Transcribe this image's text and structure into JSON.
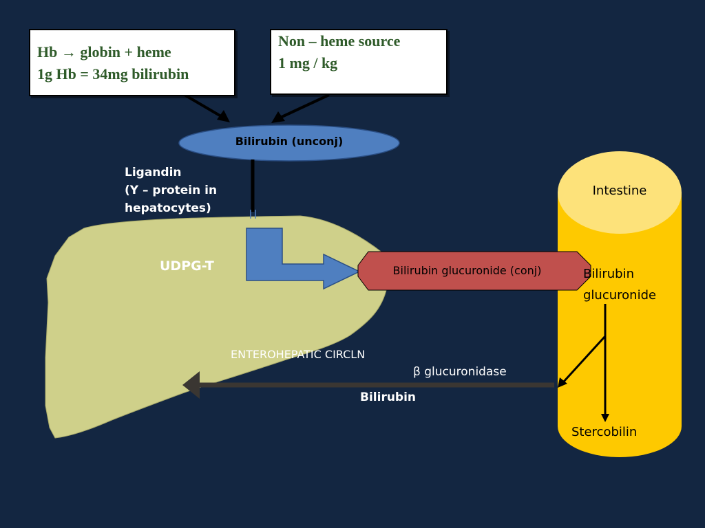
{
  "boxes": {
    "heme": {
      "line1": "Hb → globin + heme",
      "line2": "1g Hb = 34mg bilirubin"
    },
    "non_heme": {
      "line1": "Non – heme source",
      "line2": "1 mg / kg"
    }
  },
  "nodes": {
    "unconj": "Bilirubin (unconj)",
    "conj": "Bilirubin glucuronide (conj)",
    "intestine": "Intestine",
    "intestine_glucuronide_1": "Bilirubin",
    "intestine_glucuronide_2": "glucuronide",
    "stercobilin": "Stercobilin"
  },
  "labels": {
    "ligandin_1": "Ligandin",
    "ligandin_2": "(Y – protein in",
    "ligandin_3": "hepatocytes)",
    "udpgt": "UDPG-T",
    "enterohepatic": "ENTEROHEPATIC CIRCLN",
    "glucuronidase": "β glucuronidase",
    "bilirubin": "Bilirubin"
  },
  "colors": {
    "background": "#132641",
    "liver": "#cfd08a",
    "oval": "#4f7fc0",
    "conj_box": "#c0504d",
    "intestine": "#fec900",
    "intestine_top": "#fde27a",
    "udpgt_arrow": "#4f7fc0",
    "return_arrow": "#3a3632"
  }
}
